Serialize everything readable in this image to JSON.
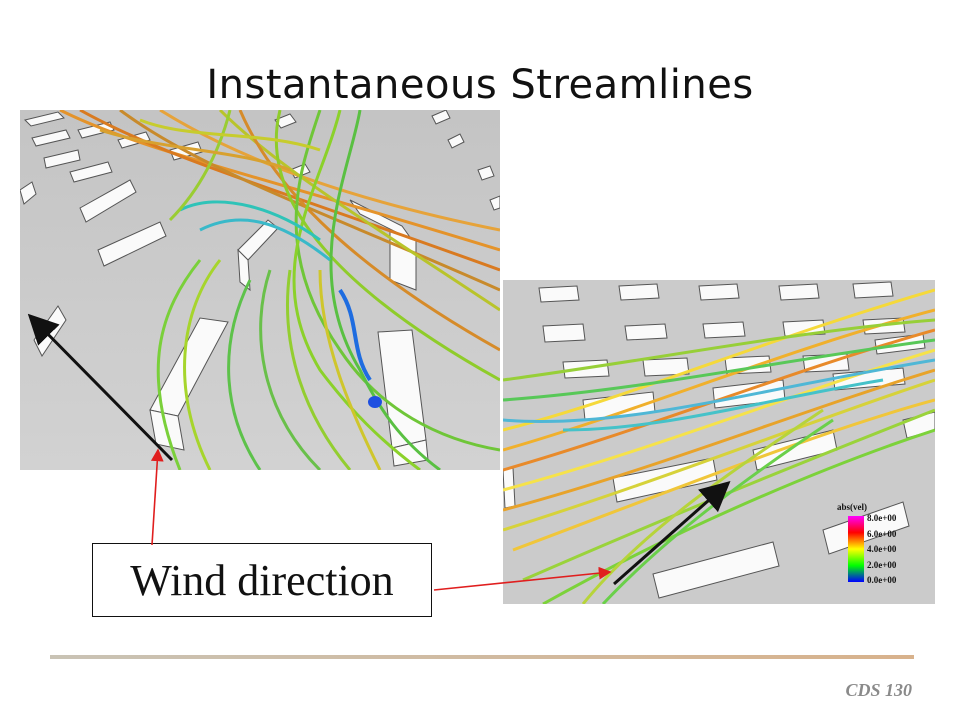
{
  "title": "Instantaneous Streamlines",
  "callout": {
    "label": "Wind direction"
  },
  "legend": {
    "title": "abs(vel)",
    "ticks": [
      "8.0e+00",
      "6.0e+00",
      "4.0e+00",
      "2.0e+00",
      "0.0e+00"
    ],
    "colors": [
      "#ff00ff",
      "#ff0000",
      "#ffff00",
      "#00ff00",
      "#0000ff"
    ]
  },
  "footer": {
    "label": "CDS 130"
  }
}
